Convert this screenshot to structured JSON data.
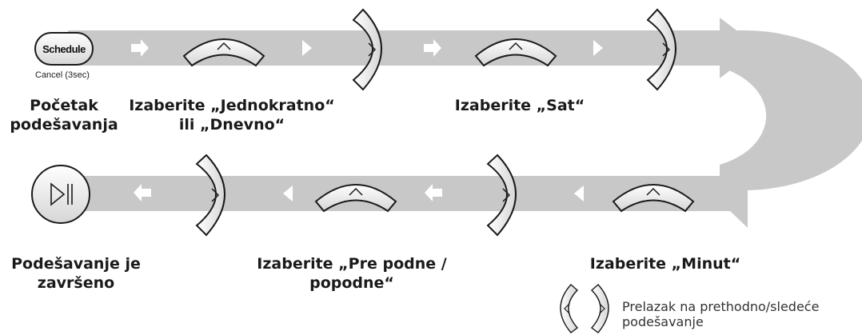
{
  "buttons": {
    "schedule_label": "Schedule",
    "cancel_hint": "Cancel (3sec)",
    "play_pause_icon": "play-pause-icon",
    "up_icon": "chevron-up-icon",
    "right_icon": "chevron-right-icon",
    "left_icon": "chevron-left-icon"
  },
  "steps": {
    "start": [
      "Početak",
      "podešavanja"
    ],
    "once_daily": [
      "Izaberite „Jednokratno“",
      "ili „Dnevno“"
    ],
    "hour": [
      "Izaberite „Sat“"
    ],
    "minute": [
      "Izaberite „Minut“"
    ],
    "am_pm": [
      "Izaberite „Pre podne /",
      "popodne“"
    ],
    "done": [
      "Podešavanje je",
      "završeno"
    ]
  },
  "legend": {
    "text": [
      "Prelazak na prethodno/sledeće",
      "podešavanje"
    ]
  },
  "colors": {
    "track": "#c8c8c8",
    "arrow": "#ffffff",
    "button_fill": "#e8e8e8",
    "outline": "#1a1a1a"
  }
}
